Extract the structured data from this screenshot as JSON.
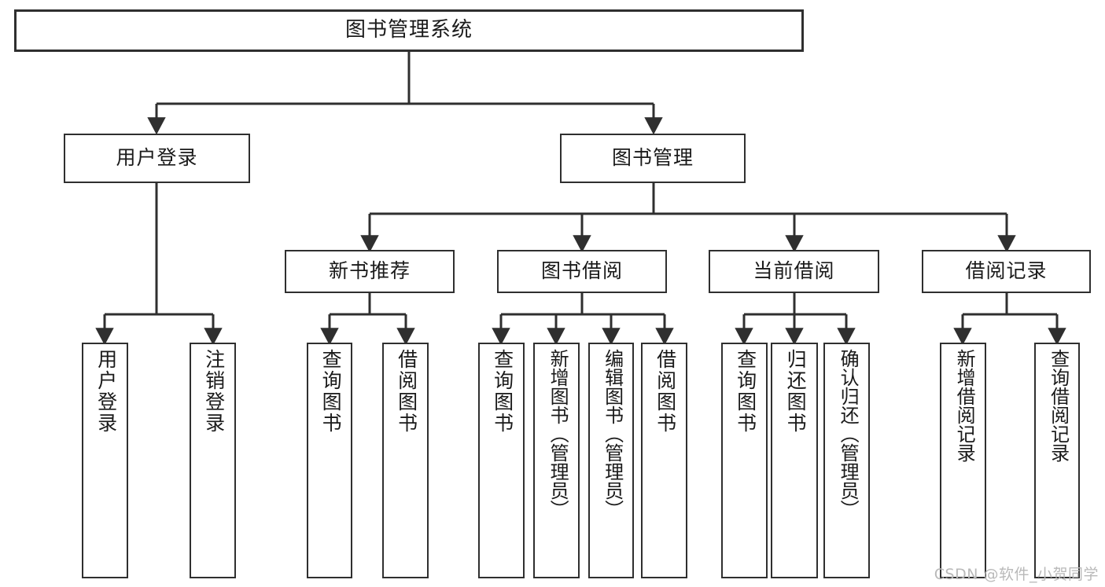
{
  "diagram": {
    "title": "图书管理系统",
    "type": "hierarchy-tree",
    "colors": {
      "stroke": "#2f2f2f",
      "fill": "#ffffff",
      "text": "#1a1a1a",
      "watermark": "#b9b9b9"
    },
    "root": {
      "label": "图书管理系统"
    },
    "level2": [
      {
        "label": "用户登录"
      },
      {
        "label": "图书管理"
      }
    ],
    "level3": [
      {
        "label": "新书推荐"
      },
      {
        "label": "图书借阅"
      },
      {
        "label": "当前借阅"
      },
      {
        "label": "借阅记录"
      }
    ],
    "leaves": [
      {
        "label": "用户登录",
        "parent": "用户登录"
      },
      {
        "label": "注销登录",
        "parent": "用户登录"
      },
      {
        "label": "查询图书",
        "parent": "新书推荐"
      },
      {
        "label": "借阅图书",
        "parent": "新书推荐"
      },
      {
        "label": "查询图书",
        "parent": "图书借阅"
      },
      {
        "label": "新增图书（管理员）",
        "parent": "图书借阅"
      },
      {
        "label": "编辑图书（管理员）",
        "parent": "图书借阅"
      },
      {
        "label": "借阅图书",
        "parent": "图书借阅"
      },
      {
        "label": "查询图书",
        "parent": "当前借阅"
      },
      {
        "label": "归还图书",
        "parent": "当前借阅"
      },
      {
        "label": "确认归还（管理员）",
        "parent": "当前借阅"
      },
      {
        "label": "新增借阅记录",
        "parent": "借阅记录"
      },
      {
        "label": "查询借阅记录",
        "parent": "借阅记录"
      }
    ],
    "watermark": "CSDN @软件_小贺同学"
  }
}
